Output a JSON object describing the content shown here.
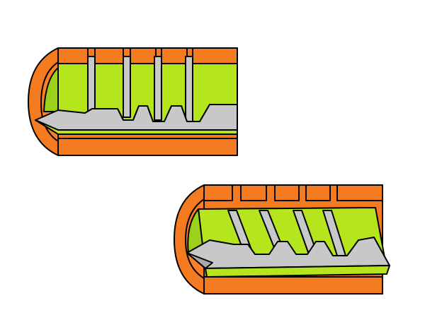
{
  "colors": {
    "background": "#ffffff",
    "outer_shell": "#f47b20",
    "shell_face": "#ff7f27",
    "inner_sleeve": "#b5e61d",
    "sleeve_shade": "#9cd01a",
    "core_cone": "#c8c8c8",
    "core_shade": "#a8a8a8",
    "outline": "#000000"
  },
  "diagram": {
    "figures": [
      {
        "id": "top-assembly",
        "slot_style": "straight",
        "slot_count": 4
      },
      {
        "id": "bottom-assembly",
        "slot_style": "angled",
        "slot_count": 4
      }
    ]
  }
}
